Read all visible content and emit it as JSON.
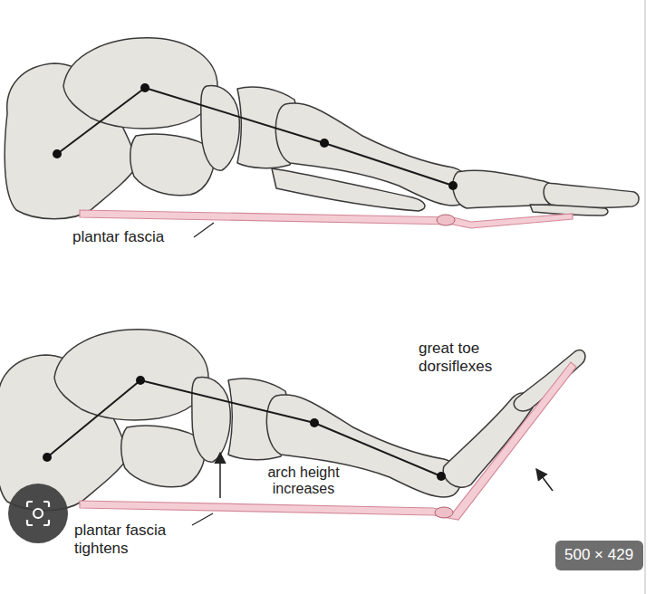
{
  "diagram": {
    "nodes": [
      {
        "text": [
          "500 × 429"
        ]
      }
    ],
    "labels": [
      "plantar fascia",
      "great toe dorsiflexes",
      "arch height increases",
      "plantar fascia tightens"
    ]
  }
}
